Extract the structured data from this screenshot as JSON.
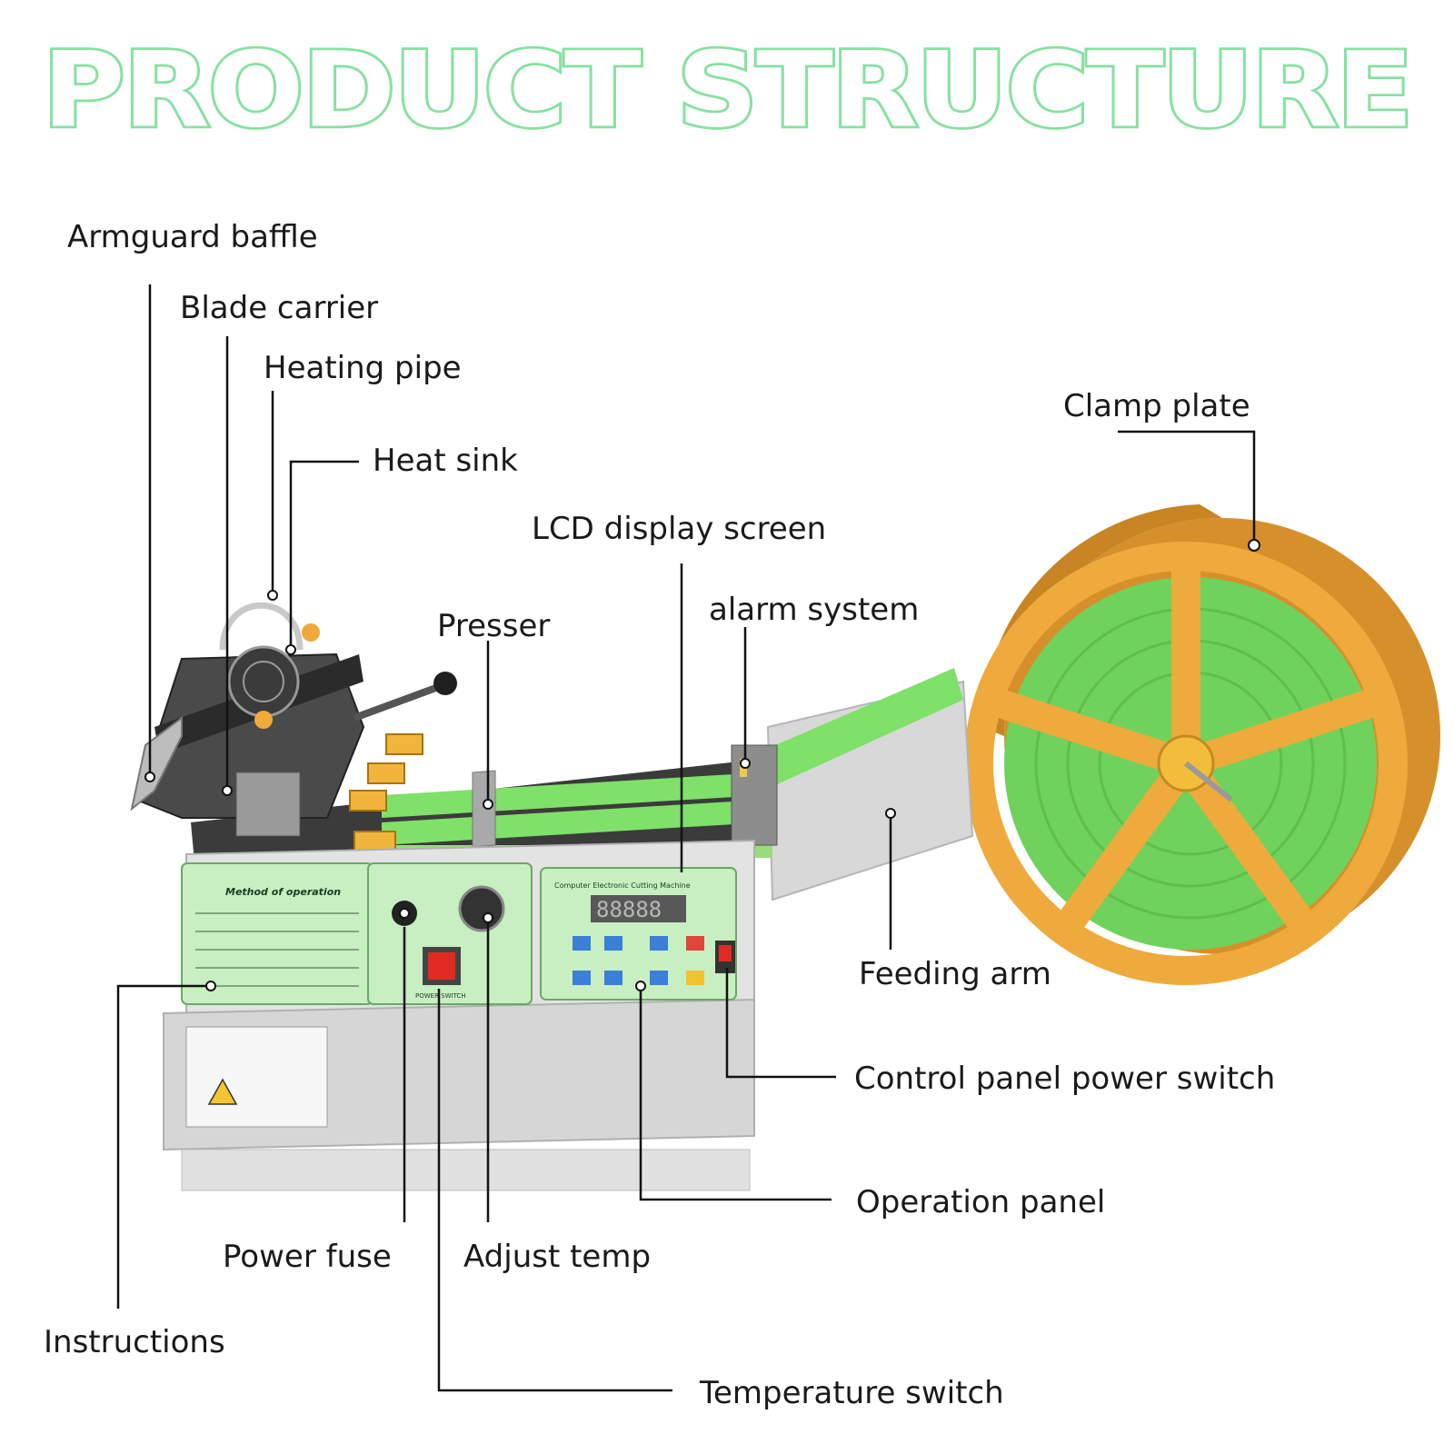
{
  "title": "PRODUCT STRUCTURE",
  "colors": {
    "title_stroke": "#7fdb99",
    "ribbon": "#7fe06a",
    "reel": "#e8a63a",
    "machine_body": "#d9d9d9",
    "panel": "#c7efc1"
  },
  "labels": {
    "armguard_baffle": "Armguard baffle",
    "blade_carrier": "Blade carrier",
    "heating_pipe": "Heating pipe",
    "heat_sink": "Heat sink",
    "lcd_display_screen": "LCD display screen",
    "presser": "Presser",
    "alarm_system": "alarm system",
    "clamp_plate": "Clamp plate",
    "feeding_arm": "Feeding arm",
    "control_panel_power_switch": "Control panel power switch",
    "operation_panel": "Operation panel",
    "power_fuse": "Power fuse",
    "adjust_temp": "Adjust temp",
    "instructions": "Instructions",
    "temperature_switch": "Temperature switch"
  },
  "machine": {
    "instructions_title": "Method of operation",
    "panel_title": "Computer Electronic Cutting Machine",
    "lcd_readout": "88888",
    "power_switch_label": "POWER SWITCH"
  }
}
